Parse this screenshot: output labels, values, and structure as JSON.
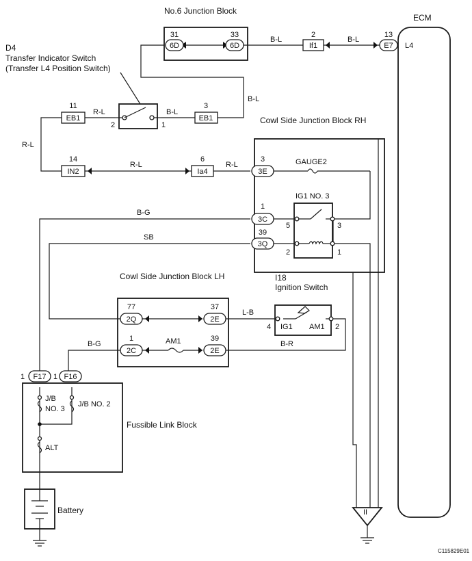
{
  "labels": {
    "no6_junction_block": "No.6 Junction Block",
    "ecm": "ECM",
    "d4": "D4",
    "switch_name": "Transfer Indicator Switch",
    "switch_sub": "(Transfer L4 Position Switch)",
    "cowl_rh": "Cowl Side Junction Block RH",
    "cowl_lh": "Cowl Side Junction Block LH",
    "i18": "I18",
    "ignition_switch": "Ignition Switch",
    "fusible_link_block": "Fussible Link Block",
    "battery": "Battery",
    "diagram_code": "C115829E01"
  },
  "connectors": {
    "c6d_left": "6D",
    "c6d_right": "6D",
    "if1": "If1",
    "e7": "E7",
    "eb1_left": "EB1",
    "eb1_right": "EB1",
    "in2": "IN2",
    "ia4": "Ia4",
    "c3e": "3E",
    "c3c": "3C",
    "c3q": "3Q",
    "c2q": "2Q",
    "c2e_top": "2E",
    "c2c": "2C",
    "c2e_bottom": "2E",
    "f17": "F17",
    "f16": "F16"
  },
  "pins": {
    "p31": "31",
    "p33": "33",
    "p2_if1": "2",
    "p13": "13",
    "ecm_l4": "L4",
    "p11": "11",
    "sw2": "2",
    "sw1": "1",
    "p3_eb1": "3",
    "p14": "14",
    "p6": "6",
    "p3_3e": "3",
    "p1_3c": "1",
    "p39_3q": "39",
    "r5": "5",
    "r3": "3",
    "r2": "2",
    "r1": "1",
    "p77": "77",
    "p37": "37",
    "p1_2c": "1",
    "p39_2e": "39",
    "ig4": "4",
    "ig2": "2",
    "f17pin": "1",
    "f16pin": "1",
    "ground_mark": "II"
  },
  "wires": {
    "bl1": "B-L",
    "bl2": "B-L",
    "bl3": "B-L",
    "bl4": "B-L",
    "rl1": "R-L",
    "rl2": "R-L",
    "rl3": "R-L",
    "rl4": "R-L",
    "bg1": "B-G",
    "sb": "SB",
    "lb": "L-B",
    "bg2": "B-G",
    "br": "B-R"
  },
  "components": {
    "gauge2": "GAUGE2",
    "ig1_no3": "IG1 NO. 3",
    "am1_fuse": "AM1",
    "ig1_contact": "IG1",
    "am1_contact": "AM1",
    "jb_no3_a": "J/B",
    "jb_no3_b": "NO. 3",
    "jb_no2": "J/B NO. 2",
    "alt": "ALT"
  }
}
